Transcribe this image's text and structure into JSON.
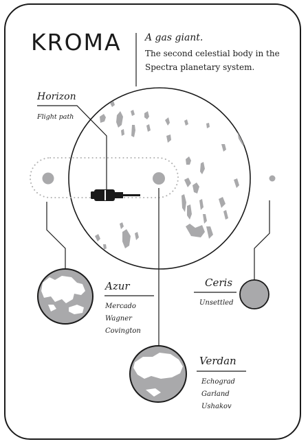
{
  "brand": {
    "name": "KROMA"
  },
  "planet": {
    "tagline": "A gas giant.",
    "description_line1": "The second celestial body in the",
    "description_line2": "Spectra planetary system."
  },
  "ship": {
    "name": "Horizon",
    "subtitle": "Flight path"
  },
  "moons": [
    {
      "name": "Azur",
      "settlements": [
        "Mercado",
        "Wagner",
        "Covington"
      ]
    },
    {
      "name": "Ceris",
      "settlements": [
        "Unsettled"
      ]
    },
    {
      "name": "Verdan",
      "settlements": [
        "Echograd",
        "Garland",
        "Ushakov"
      ]
    }
  ],
  "colors": {
    "ink": "#1a1a1a",
    "grey": "#a9a9ab",
    "dots": "#b0b0b0"
  }
}
